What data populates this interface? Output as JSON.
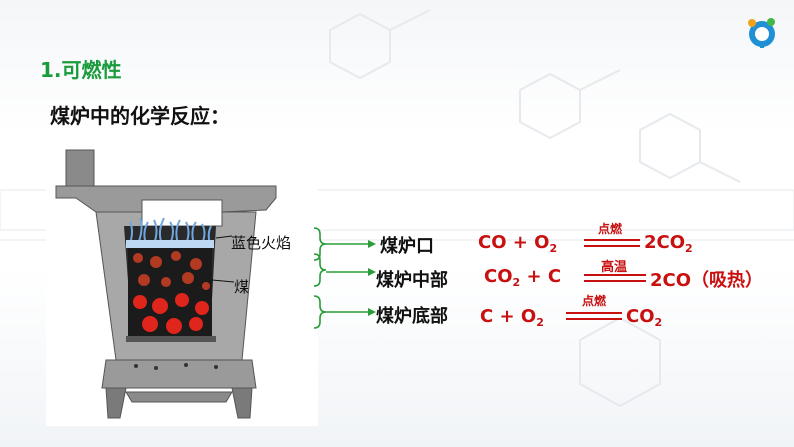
{
  "section": {
    "title": "1.可燃性"
  },
  "subtitle": "煤炉中的化学反应：",
  "diagram": {
    "flame_label": "蓝色火焰",
    "coal_label": "煤"
  },
  "zones": [
    {
      "label": "煤炉口",
      "reactant_1": "CO",
      "plus": "+",
      "reactant_2_base": "O",
      "reactant_2_sub": "2",
      "condition": "点燃",
      "product_coef": "2",
      "product_base": "CO",
      "product_sub": "2",
      "note": ""
    },
    {
      "label": "煤炉中部",
      "reactant_1_base": "CO",
      "reactant_1_sub": "2",
      "plus": "+",
      "reactant_2": "C",
      "condition": "高温",
      "product": "2CO",
      "note": "（吸热）"
    },
    {
      "label": "煤炉底部",
      "reactant_1": "C",
      "plus": "+",
      "reactant_2_base": "O",
      "reactant_2_sub": "2",
      "condition": "点燃",
      "product_base": "CO",
      "product_sub": "2",
      "note": ""
    }
  ],
  "colors": {
    "title_green": "#1a9b3c",
    "equation_red": "#c81010",
    "arrow_green": "#2a9d3a"
  },
  "icons": {
    "logo": "brand-logo-icon"
  }
}
